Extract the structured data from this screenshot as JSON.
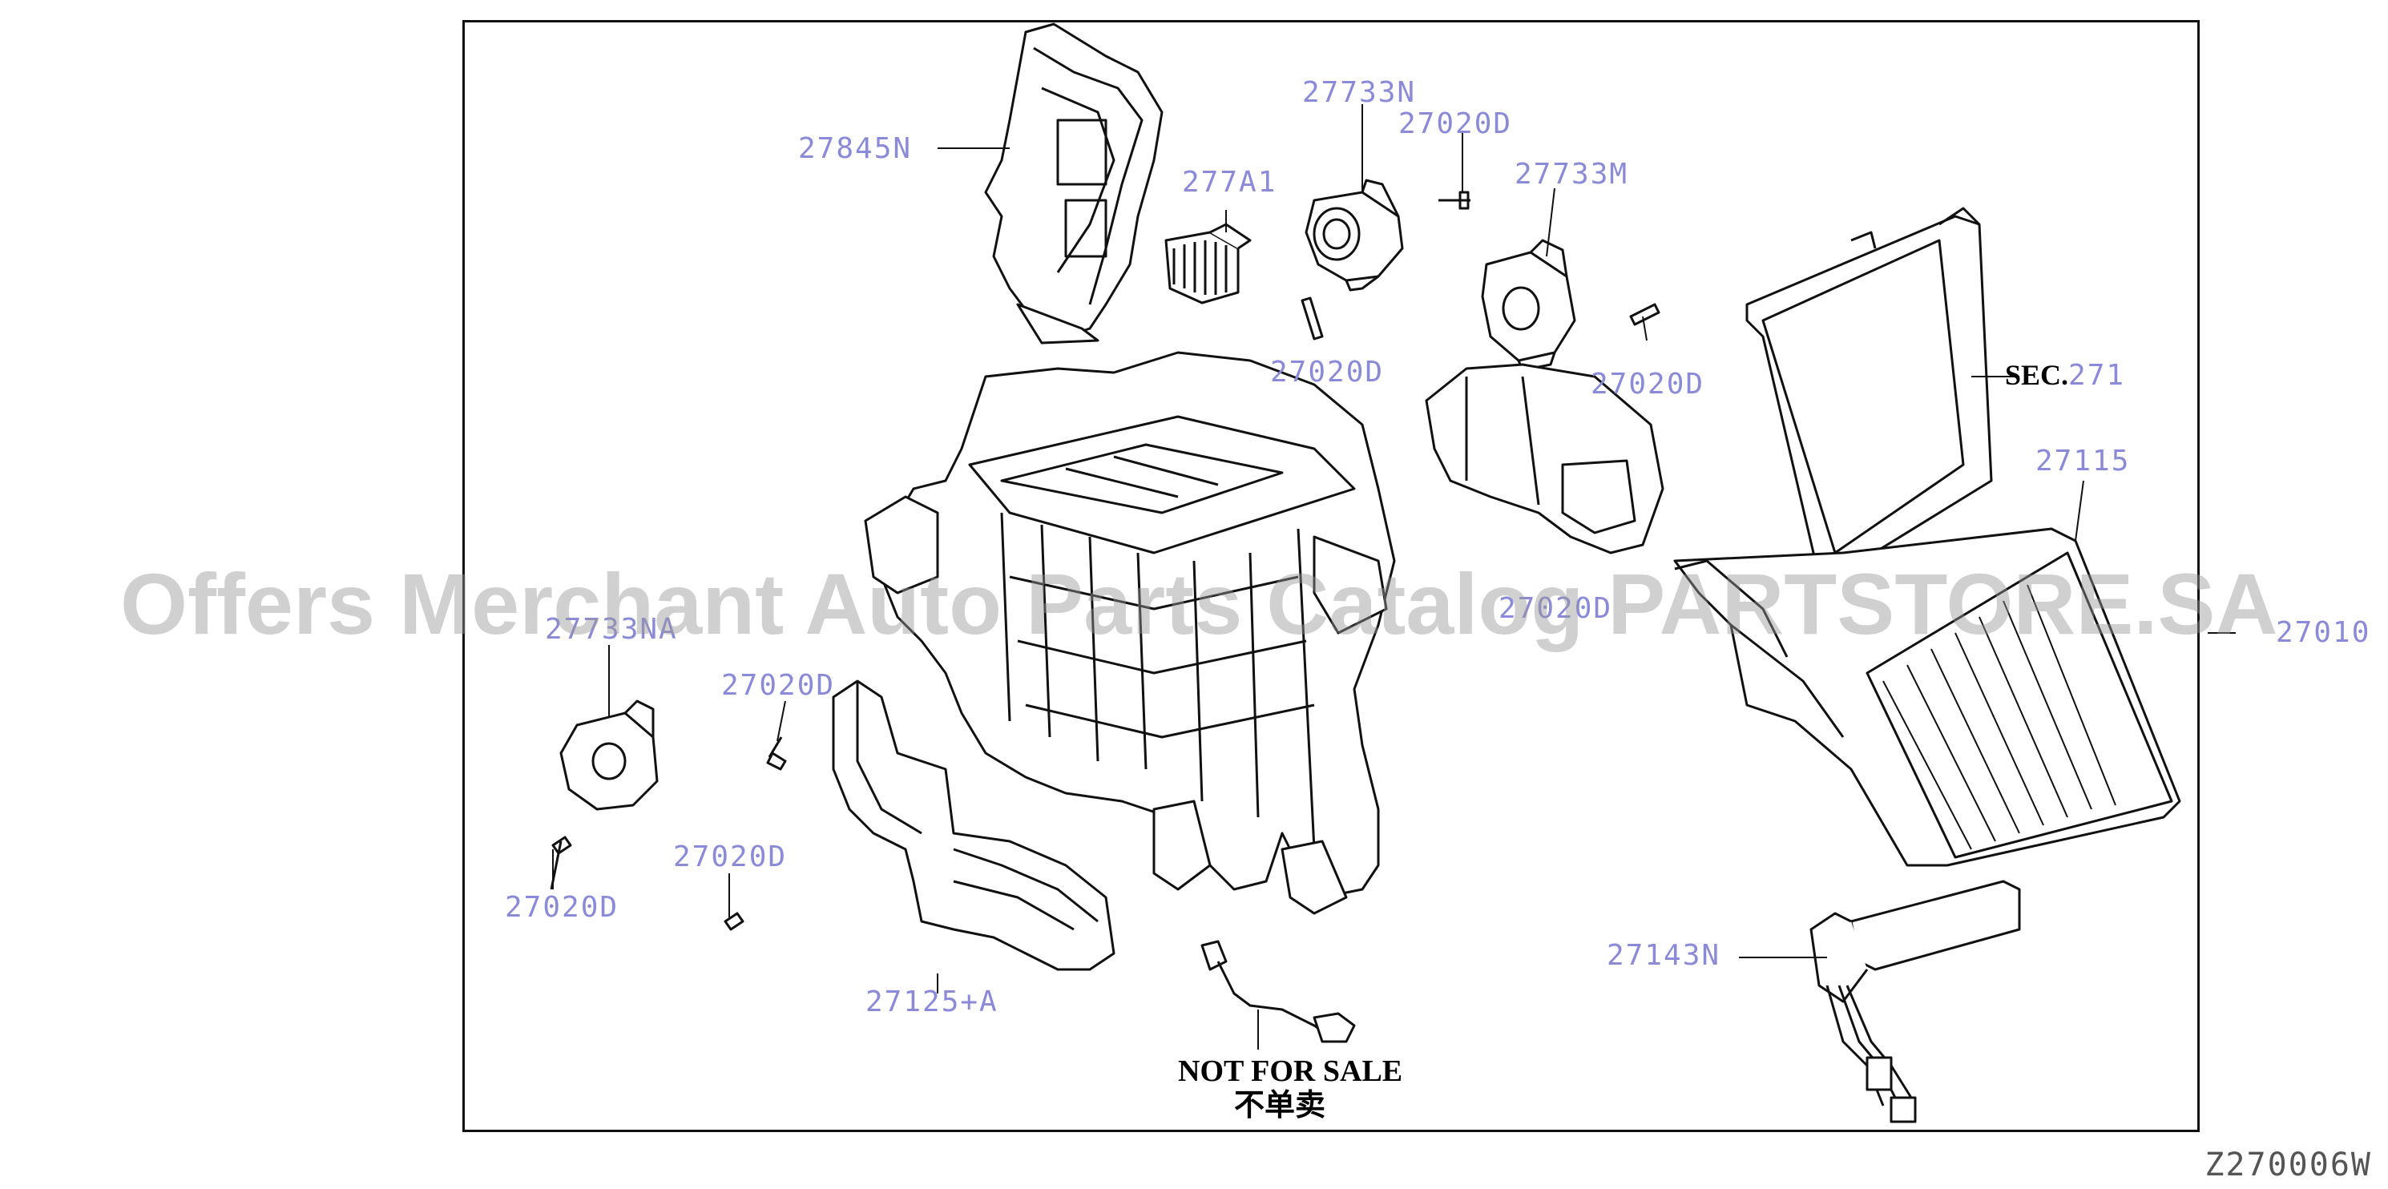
{
  "diagram": {
    "diagram_code": "Z270006W",
    "watermark": "Offers Merchant Auto Parts Catalog PARTSTORE.SA",
    "not_for_sale_en": "NOT FOR SALE",
    "not_for_sale_cn": "不单卖",
    "sec_prefix": "SEC.",
    "sec_number": "271",
    "part_labels": [
      "27845N",
      "277A1",
      "27733N",
      "27020D",
      "27733M",
      "27020D",
      "27020D",
      "27115",
      "27010",
      "27733NA",
      "27020D",
      "27020D",
      "27020D",
      "27125+A",
      "27143N",
      "27020D"
    ]
  },
  "colors": {
    "label_color": "#8a8ad8",
    "line_color": "#111111",
    "watermark_color": "#969696"
  }
}
